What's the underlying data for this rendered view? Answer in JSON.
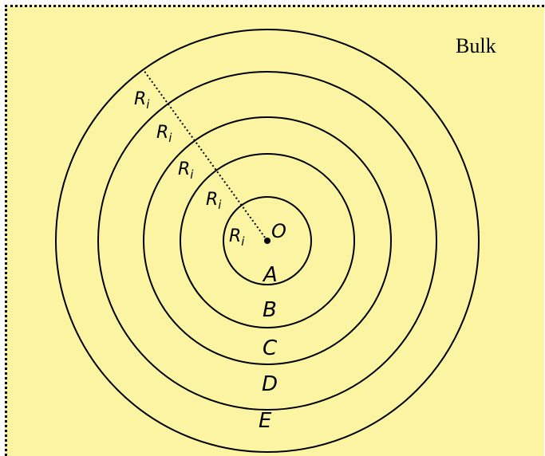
{
  "region_label": "Bulk",
  "center_label": "O",
  "radius_label_base": "R",
  "radius_label_sub": "i",
  "ring_labels": [
    "A",
    "B",
    "C",
    "D",
    "E"
  ],
  "colors": {
    "background": "#fbf5a3",
    "stroke": "#000000"
  }
}
